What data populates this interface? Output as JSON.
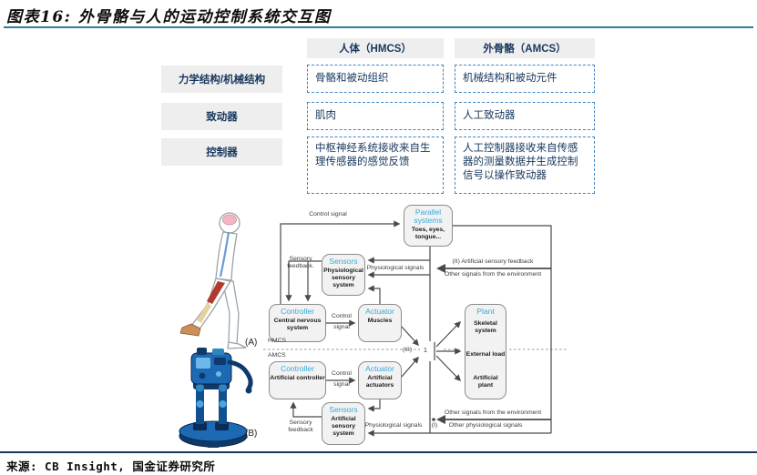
{
  "title": "图表16: 外骨骼与人的运动控制系统交互图",
  "source": "来源: CB Insight, 国金证券研究所",
  "table": {
    "col_headers": [
      "人体（HMCS）",
      "外骨骼（AMCS）"
    ],
    "rows": [
      {
        "label": "力学结构/机械结构",
        "hmcs": "骨骼和被动组织",
        "amcs": "机械结构和被动元件"
      },
      {
        "label": "致动器",
        "hmcs": "肌肉",
        "amcs": "人工致动器"
      },
      {
        "label": "控制器",
        "hmcs": "中枢神经系统接收来自生理传感器的感觉反馈",
        "amcs": "人工控制器接收来自传感器的测量数据并生成控制信号以操作致动器"
      }
    ]
  },
  "diagram": {
    "boxes": {
      "parallel": {
        "title": "Parallel systems",
        "sub": "Toes, eyes, tongue..."
      },
      "sensors_top": {
        "title": "Sensors",
        "sub": "Physiological sensory system"
      },
      "controller_top": {
        "title": "Controller",
        "sub": "Central nervous system"
      },
      "actuator_top": {
        "title": "Actuator",
        "sub": "Muscles"
      },
      "controller_bottom": {
        "title": "Controller",
        "sub": "Artificial controller"
      },
      "actuator_bottom": {
        "title": "Actuator",
        "sub": "Artificial actuators"
      },
      "sensors_bottom": {
        "title": "Sensors",
        "sub": "Artificial sensory system"
      },
      "plant": {
        "title": "Plant",
        "items": [
          "Skeletal system",
          "External load",
          "Artificial plant"
        ]
      }
    },
    "labels": {
      "control_signal": "Control signal",
      "control_word": "Control",
      "signal_word": "signal",
      "sensory_fb_top": [
        "Sensory",
        "feedback."
      ],
      "sensory_fb_bottom": [
        "Sensory",
        "feedback"
      ],
      "physiological_signals": "Physiological signals",
      "artificial_sensory_feedback": "(II) Artificial sensory feedback",
      "other_signals_env": "Other signals from the environment",
      "other_physiological": "Other physiological signals",
      "label_I": "(I)",
      "label_III": "(III)",
      "node": "1",
      "label_A": "(A)",
      "label_B": "(B)",
      "hmcs": "HMCS",
      "amcs": "AMCS"
    }
  },
  "colors": {
    "accent_underline": "#2c7d9e",
    "navy": "#17375d",
    "cell_border_blue": "#3d85c6",
    "box_title_blue": "#3ba8dc",
    "line_gray": "#4a4a4a",
    "bottom_rule_navy": "#17375d",
    "robot_blue": "#1d69b4",
    "muscle_red": "#b03a2e",
    "brain_pink": "#f2b6c3"
  }
}
